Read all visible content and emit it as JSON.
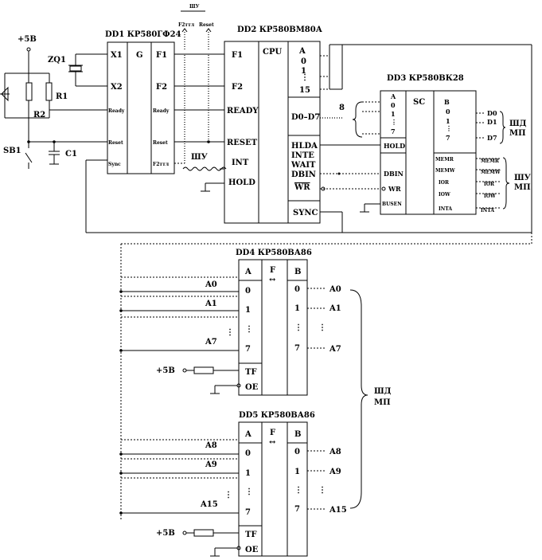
{
  "power": {
    "vcc": "+5B"
  },
  "components": {
    "zq1": "ZQ1",
    "r1": "R1",
    "r2": "R2",
    "sb1": "SB1",
    "c1": "C1"
  },
  "dd1": {
    "title": "DD1 КР580ГФ24",
    "center": "G",
    "left_pins": [
      "X1",
      "X2",
      "Ready",
      "Reset",
      "Sync"
    ],
    "right_pins": [
      "F1",
      "F2",
      "Ready",
      "Reset",
      "F2ттл"
    ]
  },
  "shu_top": {
    "label": "ШУ",
    "sig_a": "F2ттл",
    "sig_b": "Reset"
  },
  "dd2": {
    "title": "DD2 КР580ВМ80А",
    "center": "CPU",
    "left_pins": [
      "F1",
      "F2",
      "READY",
      "RESET",
      "INT",
      "HOLD"
    ],
    "addr": [
      "A",
      "0",
      "1",
      "15"
    ],
    "data": "D0–D7",
    "right_pins": [
      "HLDA",
      "INTE",
      "WAIT",
      "DBIN",
      "WR"
    ],
    "sync": "SYNC"
  },
  "shu_int": "ШУ",
  "bus8": "8",
  "dd3": {
    "title": "DD3 КР580ВК28",
    "center": "SC",
    "a_pins": [
      "A",
      "0",
      "1",
      "7"
    ],
    "b_pins": [
      "B",
      "0",
      "1",
      "7"
    ],
    "left_pins": [
      "HOLD",
      "DBIN",
      "WR",
      "BUSEN"
    ],
    "right_pins": [
      "MEMR",
      "MEMW",
      "IOR",
      "IOW",
      "INTA"
    ],
    "data_out": [
      "D0",
      "D1",
      "D7"
    ],
    "data_bus": [
      "ШД",
      "МП"
    ],
    "ctrl_out": [
      "MEMR",
      "MEMW",
      "IOR",
      "IOW",
      "INTA"
    ],
    "ctrl_bus": [
      "ШУ",
      "МП"
    ]
  },
  "dd4": {
    "title": "DD4 КР580ВА86",
    "cols": [
      "A",
      "F",
      "B"
    ],
    "arrow": "↔",
    "a_pins": [
      "0",
      "1",
      "7"
    ],
    "b_pins": [
      "0",
      "1",
      "7"
    ],
    "in_labels": [
      "A0",
      "A1",
      "A7"
    ],
    "out_labels": [
      "A0",
      "A1",
      "A7"
    ],
    "tf": "TF",
    "oe": "OE"
  },
  "dd5": {
    "title": "DD5 КР580ВА86",
    "cols": [
      "A",
      "F",
      "B"
    ],
    "arrow": "↔",
    "a_pins": [
      "0",
      "1",
      "7"
    ],
    "b_pins": [
      "0",
      "1",
      "7"
    ],
    "in_labels": [
      "A8",
      "A9",
      "A15"
    ],
    "out_labels": [
      "A8",
      "A9",
      "A15"
    ],
    "tf": "TF",
    "oe": "OE"
  },
  "addr_bus": [
    "ШД",
    "МП"
  ]
}
